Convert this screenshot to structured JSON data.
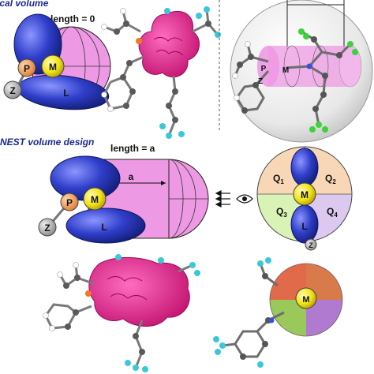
{
  "panel_top_left": {
    "heading": "Spherical volume",
    "length_label": "length = 0",
    "labels": {
      "P": "P",
      "M": "M",
      "Z": "Z",
      "L": "L"
    }
  },
  "panel_top_right": {
    "labels": {
      "P": "P",
      "M": "M",
      "Z": "Z"
    }
  },
  "panel_middle": {
    "heading": "NEST volume design",
    "length_label": "length = a",
    "distance_label": "a",
    "labels": {
      "P": "P",
      "M": "M",
      "Z": "Z",
      "L": "L"
    }
  },
  "panel_quadrant": {
    "quadrants": [
      {
        "main": "Q",
        "sub": "1",
        "color": "#f7d7b5"
      },
      {
        "main": "Q",
        "sub": "2",
        "color": "#f7d7b5"
      },
      {
        "main": "Q",
        "sub": "3",
        "color": "#d9f2b5"
      },
      {
        "main": "Q",
        "sub": "4",
        "color": "#ddc8ef"
      }
    ],
    "labels": {
      "M": "M",
      "L": "L",
      "Z": "Z"
    }
  },
  "panel_bottom_right": {
    "labels": {
      "M": "M"
    }
  },
  "colors": {
    "ligand_blue": "#2f3ec9",
    "volume_pink": "#ee99e4",
    "metal_yellow": "#f2e21a",
    "phosphorus_orange": "#f0a060",
    "z_gray": "#b0b0b0",
    "heading_navy": "#1a2a8c",
    "surface_magenta": "#e0208a",
    "fluorine_cyan": "#3ac8d8",
    "fluorine_green": "#3bd23b"
  },
  "icons": [
    "eye-icon",
    "arrow-left-icon"
  ]
}
